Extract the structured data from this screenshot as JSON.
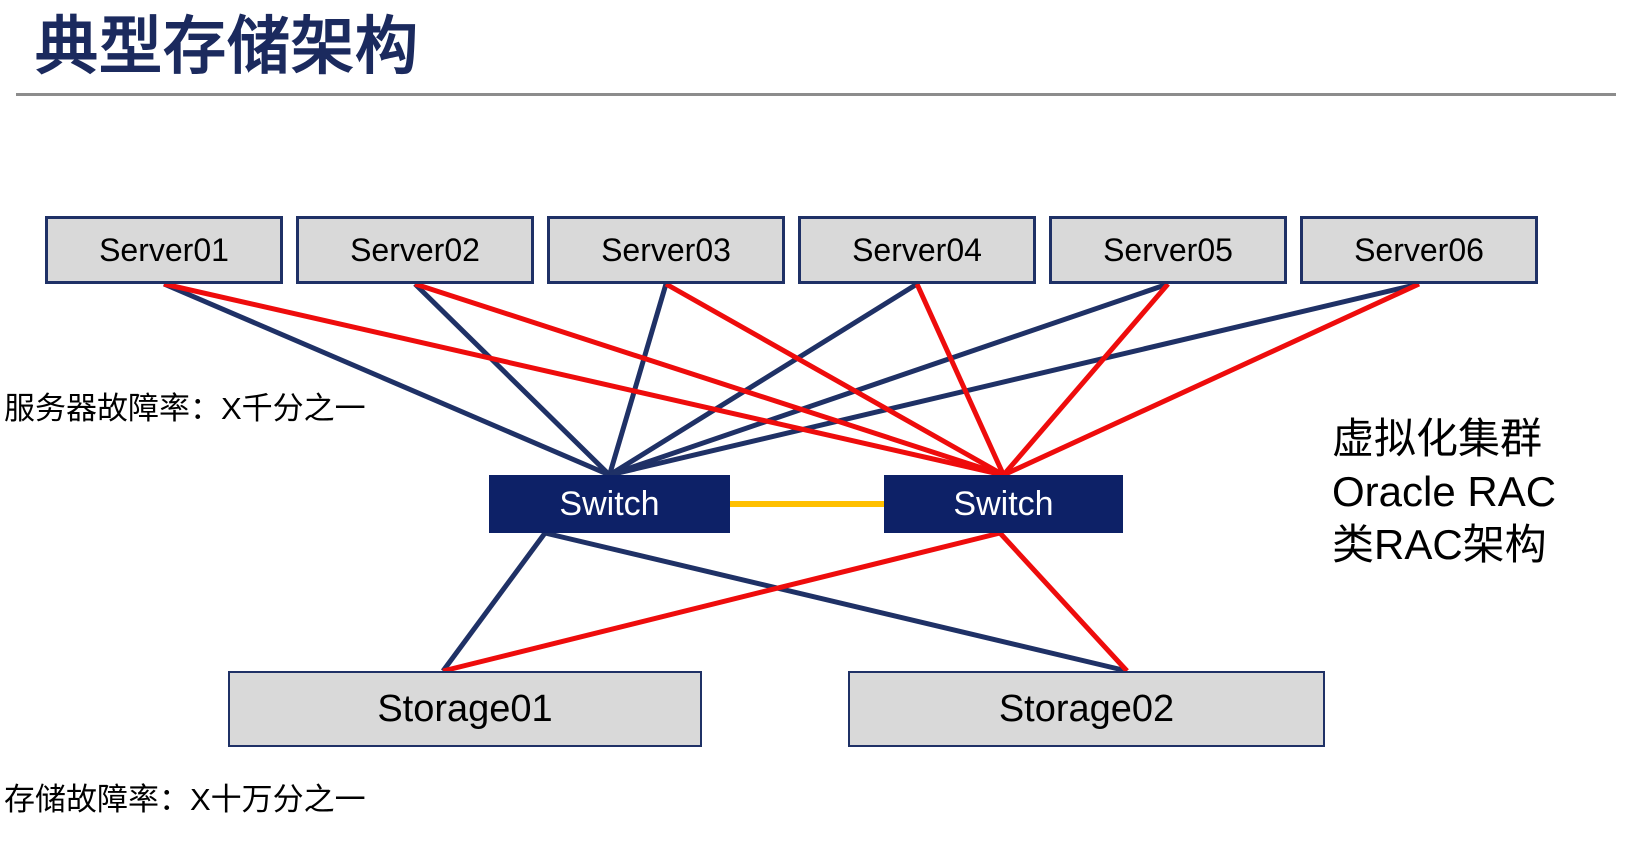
{
  "title": "典型存储架构",
  "diagram": {
    "servers": [
      "Server01",
      "Server02",
      "Server03",
      "Server04",
      "Server05",
      "Server06"
    ],
    "switches": [
      "Switch",
      "Switch"
    ],
    "storages": [
      "Storage01",
      "Storage02"
    ],
    "connections": [
      {
        "from": "server-0",
        "to": "switch-0",
        "color": "navy"
      },
      {
        "from": "server-1",
        "to": "switch-0",
        "color": "navy"
      },
      {
        "from": "server-2",
        "to": "switch-0",
        "color": "navy"
      },
      {
        "from": "server-3",
        "to": "switch-0",
        "color": "navy"
      },
      {
        "from": "server-4",
        "to": "switch-0",
        "color": "navy"
      },
      {
        "from": "server-5",
        "to": "switch-0",
        "color": "navy"
      },
      {
        "from": "server-0",
        "to": "switch-1",
        "color": "red"
      },
      {
        "from": "server-1",
        "to": "switch-1",
        "color": "red"
      },
      {
        "from": "server-2",
        "to": "switch-1",
        "color": "red"
      },
      {
        "from": "server-3",
        "to": "switch-1",
        "color": "red"
      },
      {
        "from": "server-4",
        "to": "switch-1",
        "color": "red"
      },
      {
        "from": "server-5",
        "to": "switch-1",
        "color": "red"
      },
      {
        "from": "switch-0",
        "to": "switch-1",
        "color": "yellow"
      },
      {
        "from": "switch-0",
        "to": "storage-0",
        "color": "navy"
      },
      {
        "from": "switch-0",
        "to": "storage-1",
        "color": "navy"
      },
      {
        "from": "switch-1",
        "to": "storage-0",
        "color": "red"
      },
      {
        "from": "switch-1",
        "to": "storage-1",
        "color": "red"
      }
    ]
  },
  "annotations": {
    "server_failure_rate": "服务器故障率：X千分之一",
    "storage_failure_rate": "存储故障率：X十万分之一",
    "cluster_note_lines": [
      "虚拟化集群",
      "Oracle RAC",
      "类RAC架构"
    ]
  },
  "colors": {
    "navy": "#1f3166",
    "red": "#ee0c0c",
    "yellow": "#ffc000",
    "switch_fill": "#0d2167",
    "node_fill": "#d9d9d9",
    "title_navy": "#1b2a5e"
  }
}
